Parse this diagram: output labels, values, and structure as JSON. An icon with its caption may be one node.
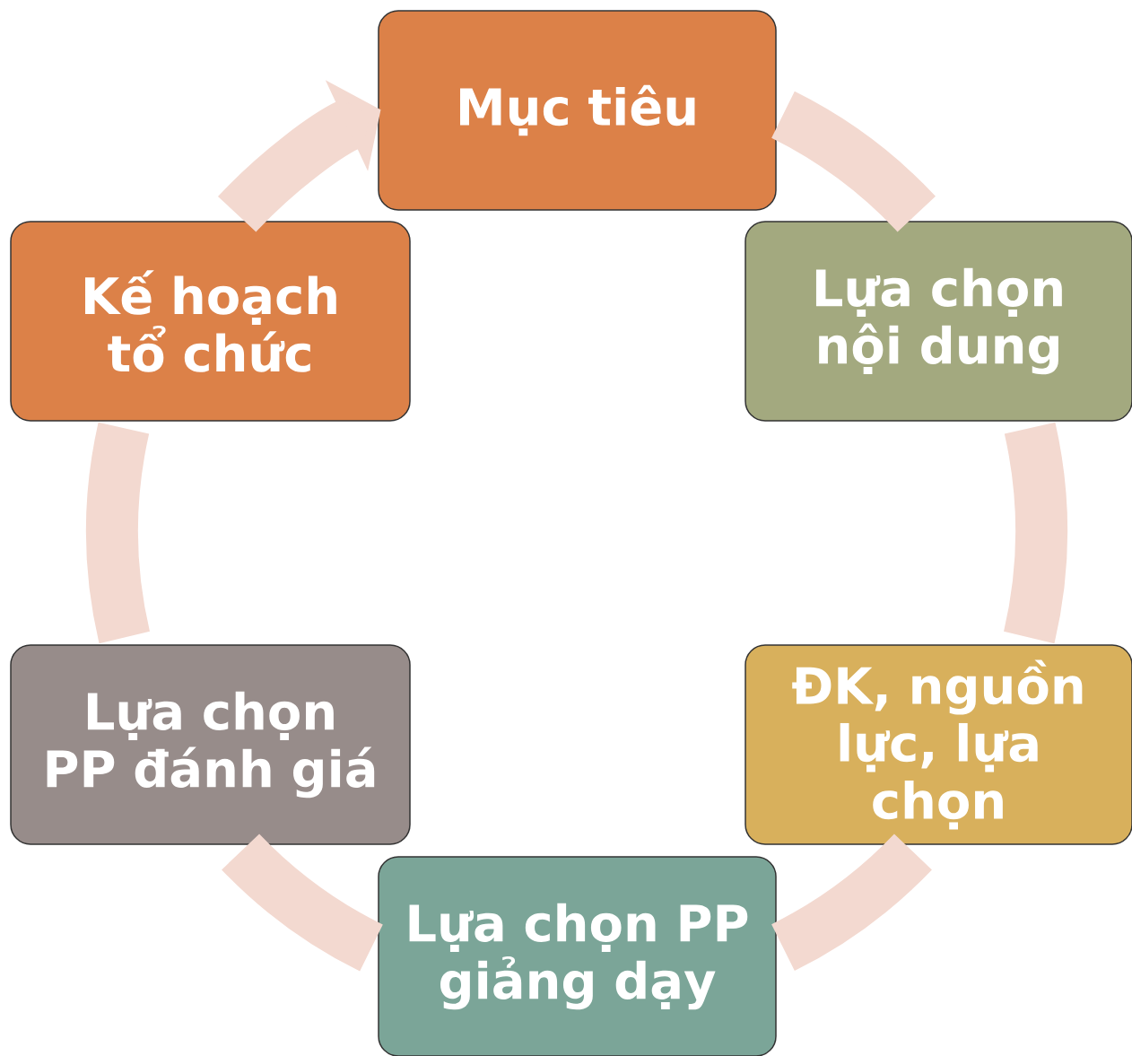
{
  "diagram": {
    "nodes": [
      {
        "text": [
          "Mục tiêu"
        ]
      },
      {
        "text": [
          "Lựa chọn nội dung"
        ]
      },
      {
        "text": [
          "ĐK, nguồn lực, lựa chọn"
        ]
      },
      {
        "text": [
          "Lựa chọn PP giảng dạy"
        ]
      },
      {
        "text": [
          "Lựa chọn PP đánh giá"
        ]
      },
      {
        "text": [
          "Kế hoạch tổ chức"
        ]
      }
    ],
    "edges": [
      {
        "from": 0,
        "to": 1,
        "arrow": "none"
      },
      {
        "from": 1,
        "to": 2,
        "arrow": "none"
      },
      {
        "from": 2,
        "to": 3,
        "arrow": "none"
      },
      {
        "from": 3,
        "to": 4,
        "arrow": "none"
      },
      {
        "from": 4,
        "to": 5,
        "arrow": "none"
      },
      {
        "from": 5,
        "to": 0,
        "arrow": "to"
      }
    ]
  }
}
